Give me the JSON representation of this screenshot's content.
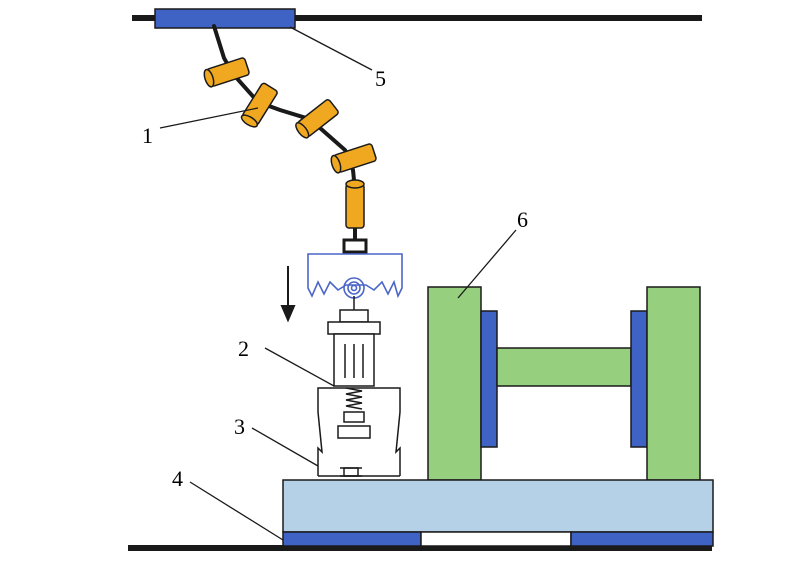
{
  "callouts": {
    "c1": "1",
    "c2": "2",
    "c3": "3",
    "c4": "4",
    "c5": "5",
    "c6": "6"
  },
  "colors": {
    "rail": "#1a1a1a",
    "mount_blue": "#3f63c4",
    "joint_orange": "#f0a820",
    "frame_green": "#96cf7d",
    "base_light_blue": "#b4d1e8",
    "gripper_outline": "#4b66c9"
  },
  "icons": [
    "down-arrow-icon"
  ]
}
